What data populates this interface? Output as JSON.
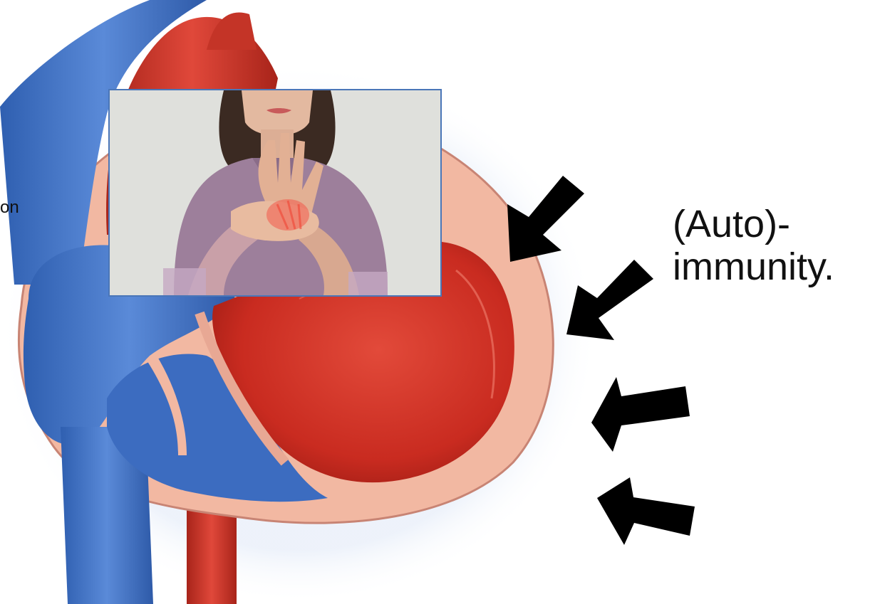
{
  "slide": {
    "left_fragment": "on",
    "caption_line1": "(Auto)-",
    "caption_line2": "immunity."
  },
  "illustration": {
    "subject": "heart-cross-section",
    "inset_photo": "woman-holding-painful-hand",
    "arrow_count": 4,
    "colors": {
      "vein_blue": "#3f6fc0",
      "artery_red": "#d43a2c",
      "wall_pink": "#f0b6a0",
      "arrow": "#000000",
      "photo_border": "#4a76b8"
    }
  }
}
